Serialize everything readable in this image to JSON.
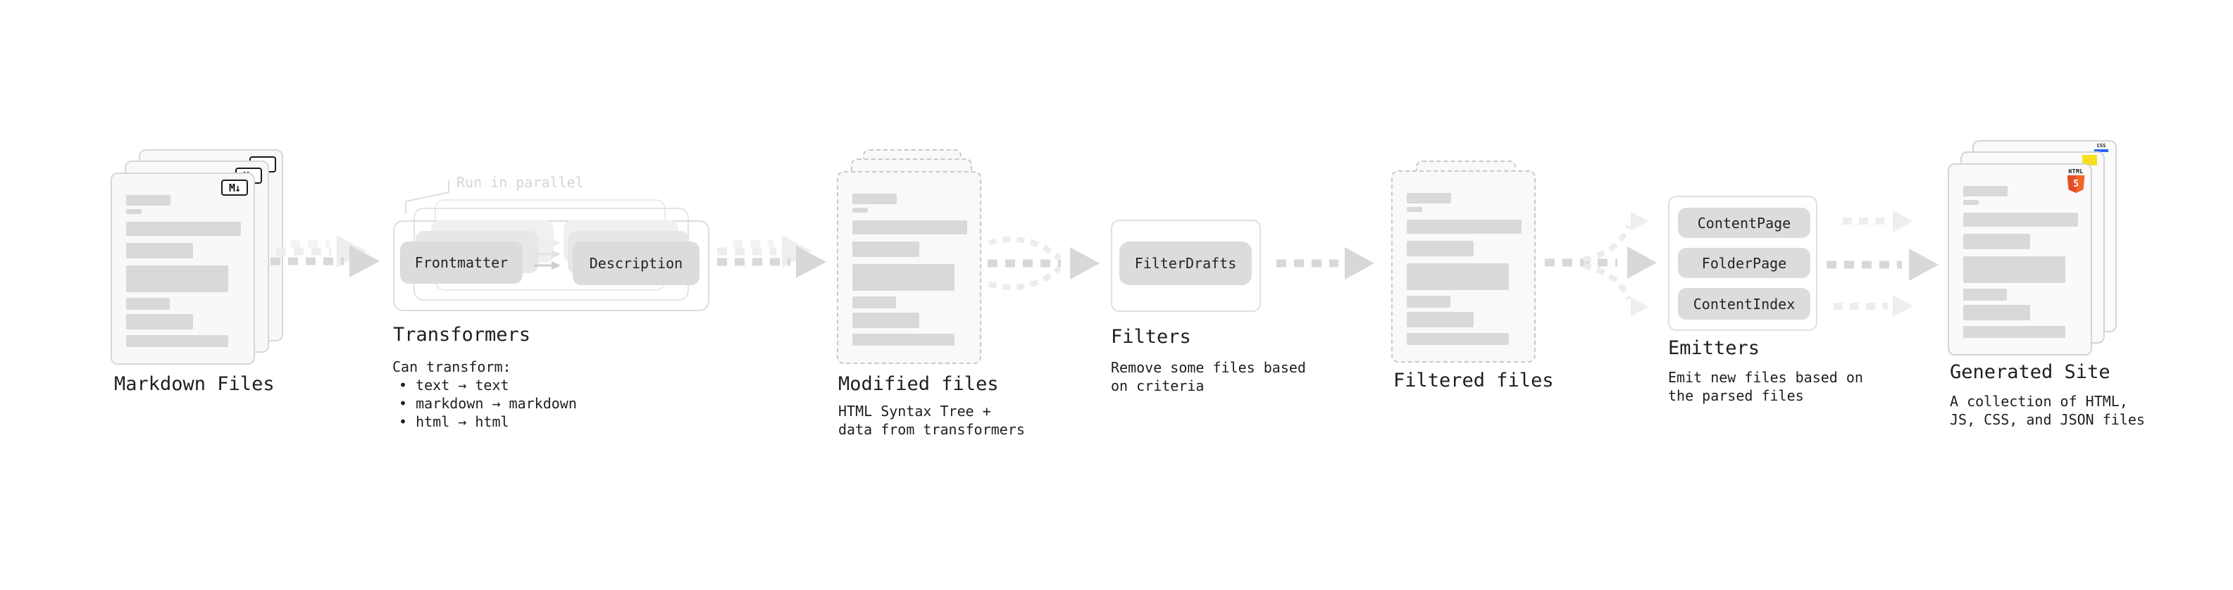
{
  "diagram": {
    "nodes": {
      "markdown_files": {
        "title": "Markdown Files",
        "badge": "M↓"
      },
      "transformers": {
        "title": "Transformers",
        "annotation": "Run in parallel",
        "boxes": [
          "Frontmatter",
          "Description"
        ],
        "caption_heading": "Can transform:",
        "bullets": [
          "• text → text",
          "• markdown → markdown",
          "• html → html"
        ]
      },
      "modified_files": {
        "title": "Modified files",
        "caption": [
          "HTML Syntax Tree +",
          "data from transformers"
        ]
      },
      "filters": {
        "title": "Filters",
        "box": "FilterDrafts",
        "caption": [
          "Remove some files based",
          "on criteria"
        ]
      },
      "filtered_files": {
        "title": "Filtered files"
      },
      "emitters": {
        "title": "Emitters",
        "pills": [
          "ContentPage",
          "FolderPage",
          "ContentIndex"
        ],
        "caption": [
          "Emit new files based on",
          "the parsed files"
        ]
      },
      "generated_site": {
        "title": "Generated Site",
        "caption": [
          "A collection of HTML,",
          "JS, CSS, and JSON files"
        ],
        "badges": {
          "html5_label": "HTML",
          "html5_number": "5",
          "css_label": "CSS"
        }
      }
    },
    "colors": {
      "text": "#1e1e1e",
      "annotation": "#d5d5d5",
      "card_fill": "#f8f8f8",
      "card_border": "#d7d7d7",
      "box_fill": "#dcdcdc",
      "skeleton": "#d9d9d9",
      "arrow_main": "#d8d8d8",
      "arrow_ghost": "#eeeeee",
      "html5_orange": "#e44d26",
      "html5_orange_light": "#f16529",
      "js_yellow": "#f7df1e",
      "css_blue": "#2965f1"
    }
  }
}
